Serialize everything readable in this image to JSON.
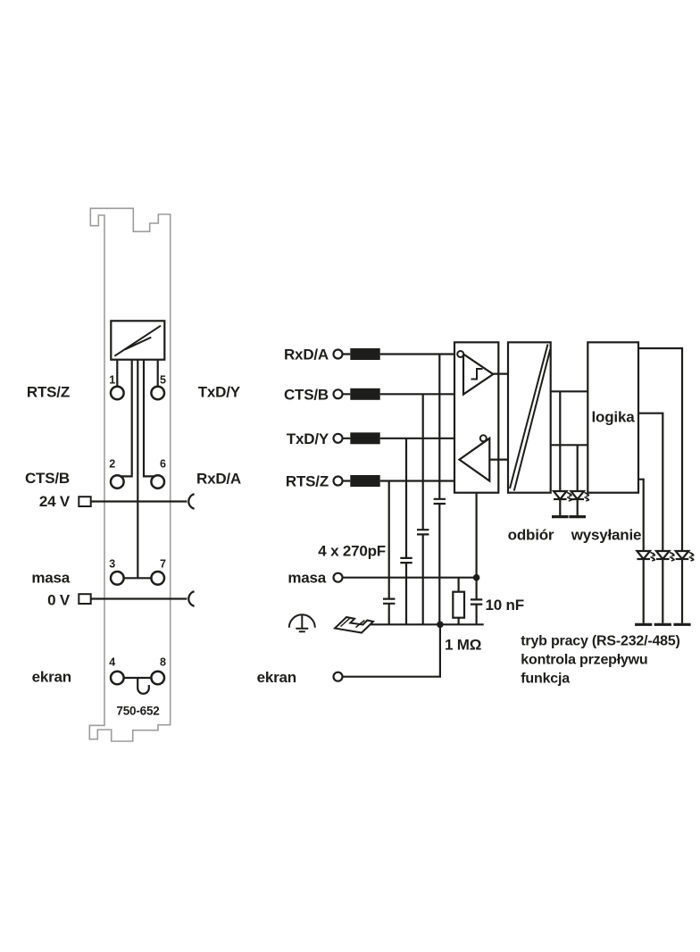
{
  "colors": {
    "ink": "#1d1d1b",
    "module_outline": "#9c9c9b",
    "background": "#ffffff"
  },
  "module": {
    "part_number": "750-652",
    "pin_numbers": [
      "1",
      "5",
      "2",
      "6",
      "3",
      "7",
      "4",
      "8"
    ],
    "left_labels": [
      "RTS/Z",
      "CTS/B",
      "24 V",
      "masa",
      "0 V",
      "ekran"
    ],
    "right_labels": [
      "TxD/Y",
      "RxD/A"
    ]
  },
  "schematic": {
    "input_labels": [
      "RxD/A",
      "CTS/B",
      "TxD/Y",
      "RTS/Z"
    ],
    "masa_label": "masa",
    "ekran_label": "ekran",
    "capacitor_label": "4 x 270pF",
    "capacitor2_label": "10 nF",
    "resistor_label": "1 MΩ",
    "logic_label": "logika",
    "led_receive_label": "odbiór",
    "led_send_label": "wysyłanie",
    "notes": [
      "tryb pracy (RS-232/-485)",
      "kontrola przepływu",
      "funkcja"
    ]
  }
}
